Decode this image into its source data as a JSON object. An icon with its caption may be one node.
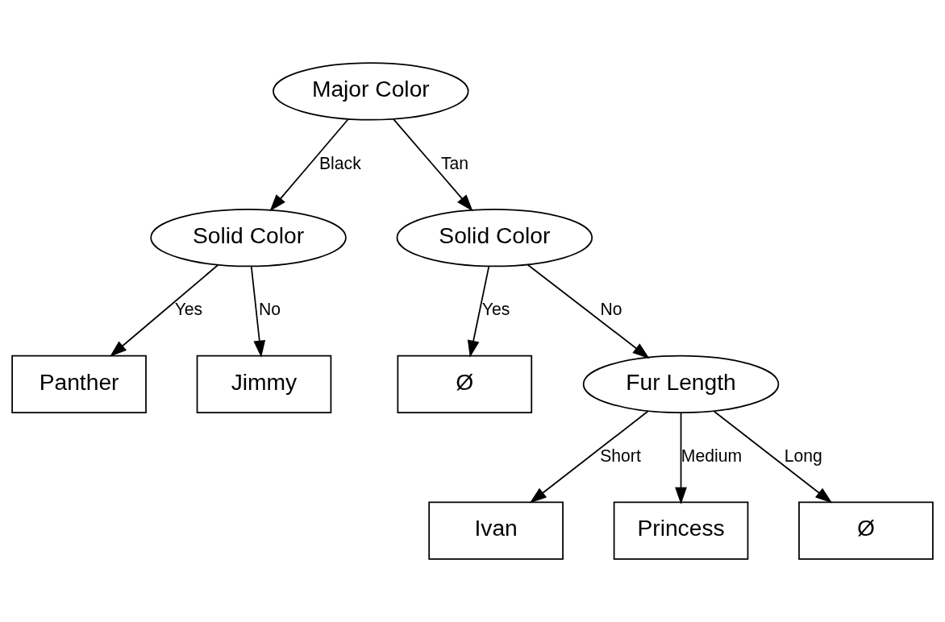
{
  "diagram": {
    "nodes": [
      {
        "text": [
          "Major Color"
        ]
      },
      {
        "text": [
          "Solid Color"
        ]
      },
      {
        "text": [
          "Solid Color"
        ]
      },
      {
        "text": [
          "Panther"
        ]
      },
      {
        "text": [
          "Jimmy"
        ]
      },
      {
        "text": [
          "Ø"
        ]
      },
      {
        "text": [
          "Fur Length"
        ]
      },
      {
        "text": [
          "Ivan"
        ]
      },
      {
        "text": [
          "Princess"
        ]
      },
      {
        "text": [
          "Ø"
        ]
      }
    ],
    "edges": [
      {
        "from": 0,
        "to": 1,
        "arrow": "to",
        "label": "Black"
      },
      {
        "from": 0,
        "to": 2,
        "arrow": "to",
        "label": "Tan"
      },
      {
        "from": 1,
        "to": 3,
        "arrow": "to",
        "label": "Yes"
      },
      {
        "from": 1,
        "to": 4,
        "arrow": "to",
        "label": "No"
      },
      {
        "from": 2,
        "to": 5,
        "arrow": "to",
        "label": "Yes"
      },
      {
        "from": 2,
        "to": 6,
        "arrow": "to",
        "label": "No"
      },
      {
        "from": 6,
        "to": 7,
        "arrow": "to",
        "label": "Short"
      },
      {
        "from": 6,
        "to": 8,
        "arrow": "to",
        "label": "Medium"
      },
      {
        "from": 6,
        "to": 9,
        "arrow": "to",
        "label": "Long"
      }
    ]
  }
}
